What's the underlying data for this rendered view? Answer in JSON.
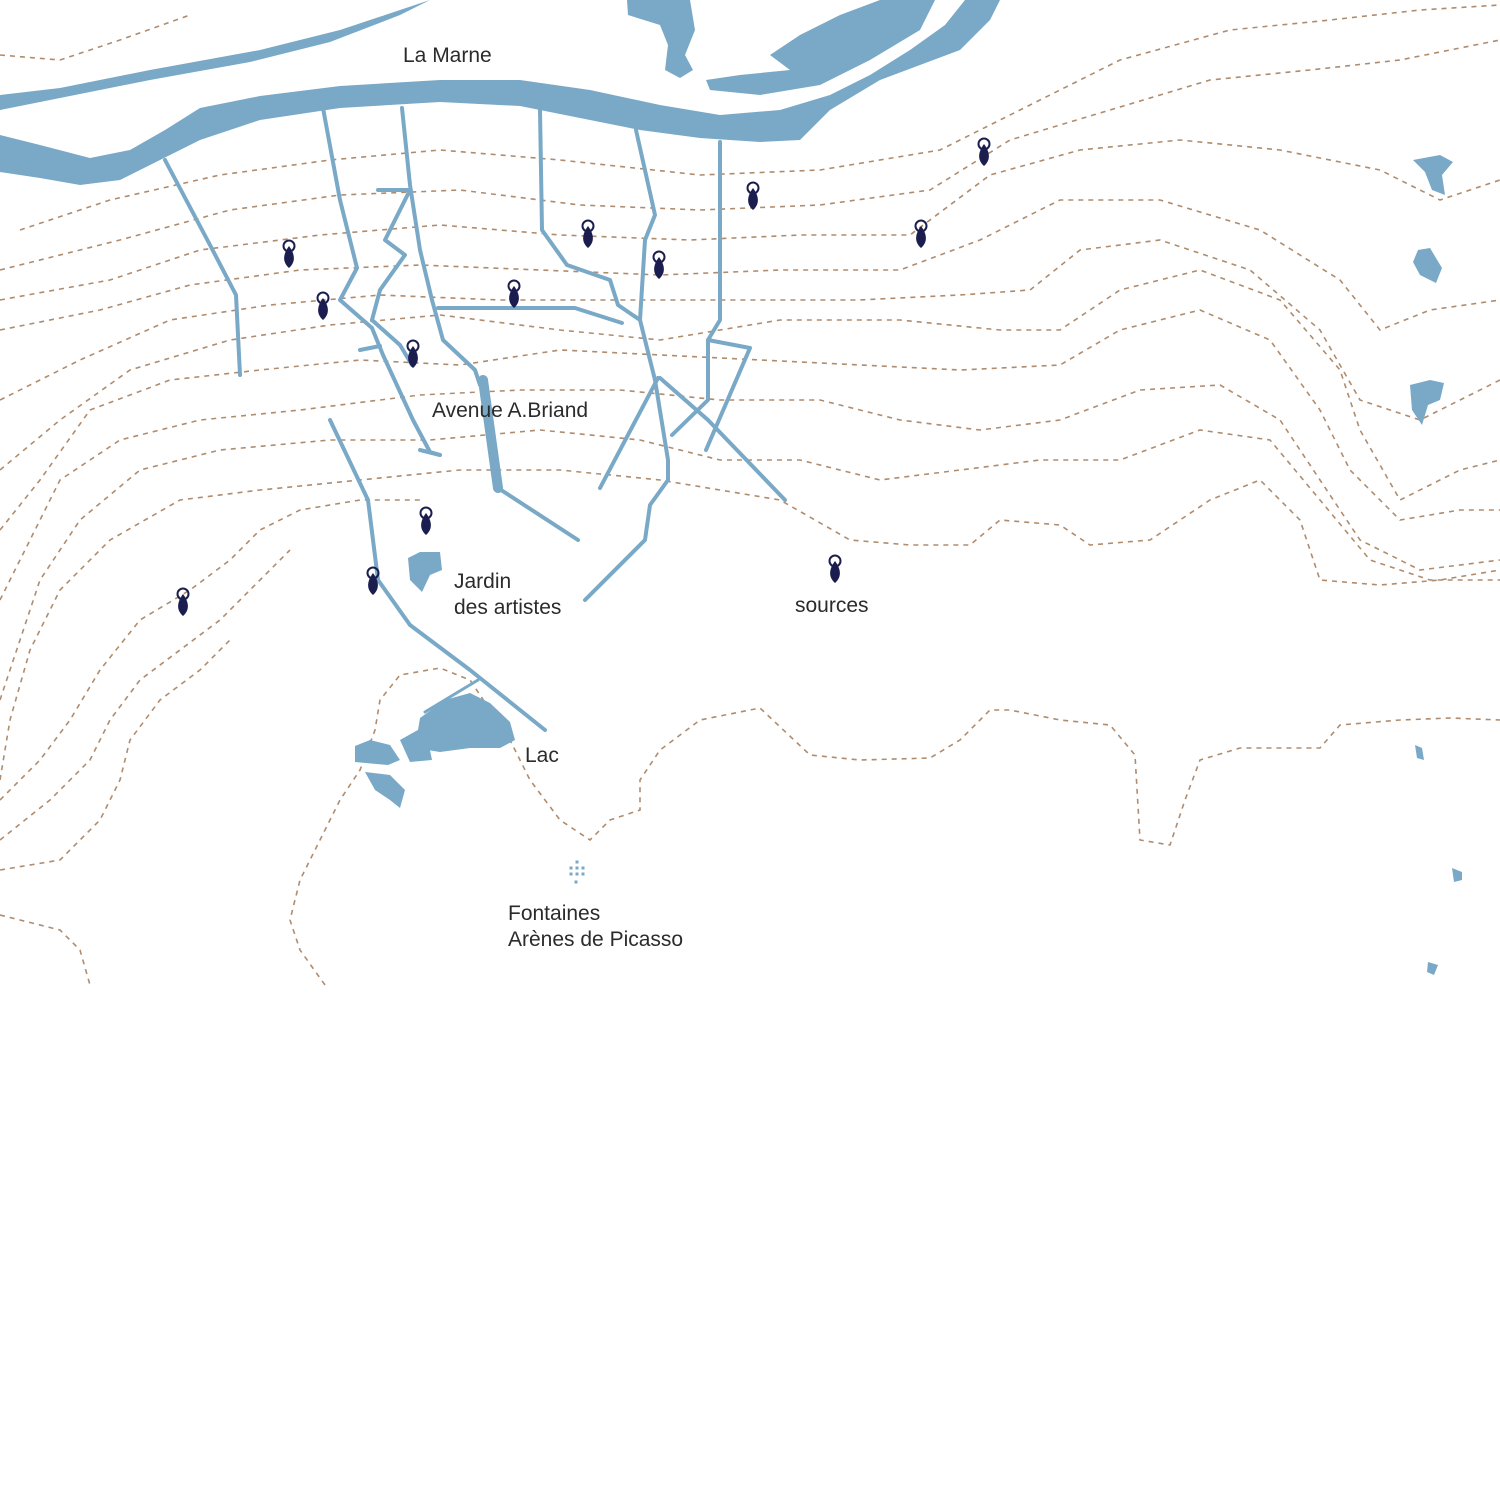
{
  "colors": {
    "water": "#79a9c7",
    "marker": "#1b1d4e",
    "contour": "#b08c6e",
    "text": "#2b2b2b",
    "background": "#ffffff"
  },
  "labels": {
    "marne": "La Marne",
    "avenue": "Avenue A.Briand",
    "jardin_line1": "Jardin",
    "jardin_line2": "des artistes",
    "sources": "sources",
    "lac": "Lac",
    "fontaines_line1": "Fontaines",
    "fontaines_line2": "Arènes de Picasso"
  },
  "icons": {
    "water_point": "water-drop-marker-icon",
    "fountain": "fountain-icon"
  }
}
